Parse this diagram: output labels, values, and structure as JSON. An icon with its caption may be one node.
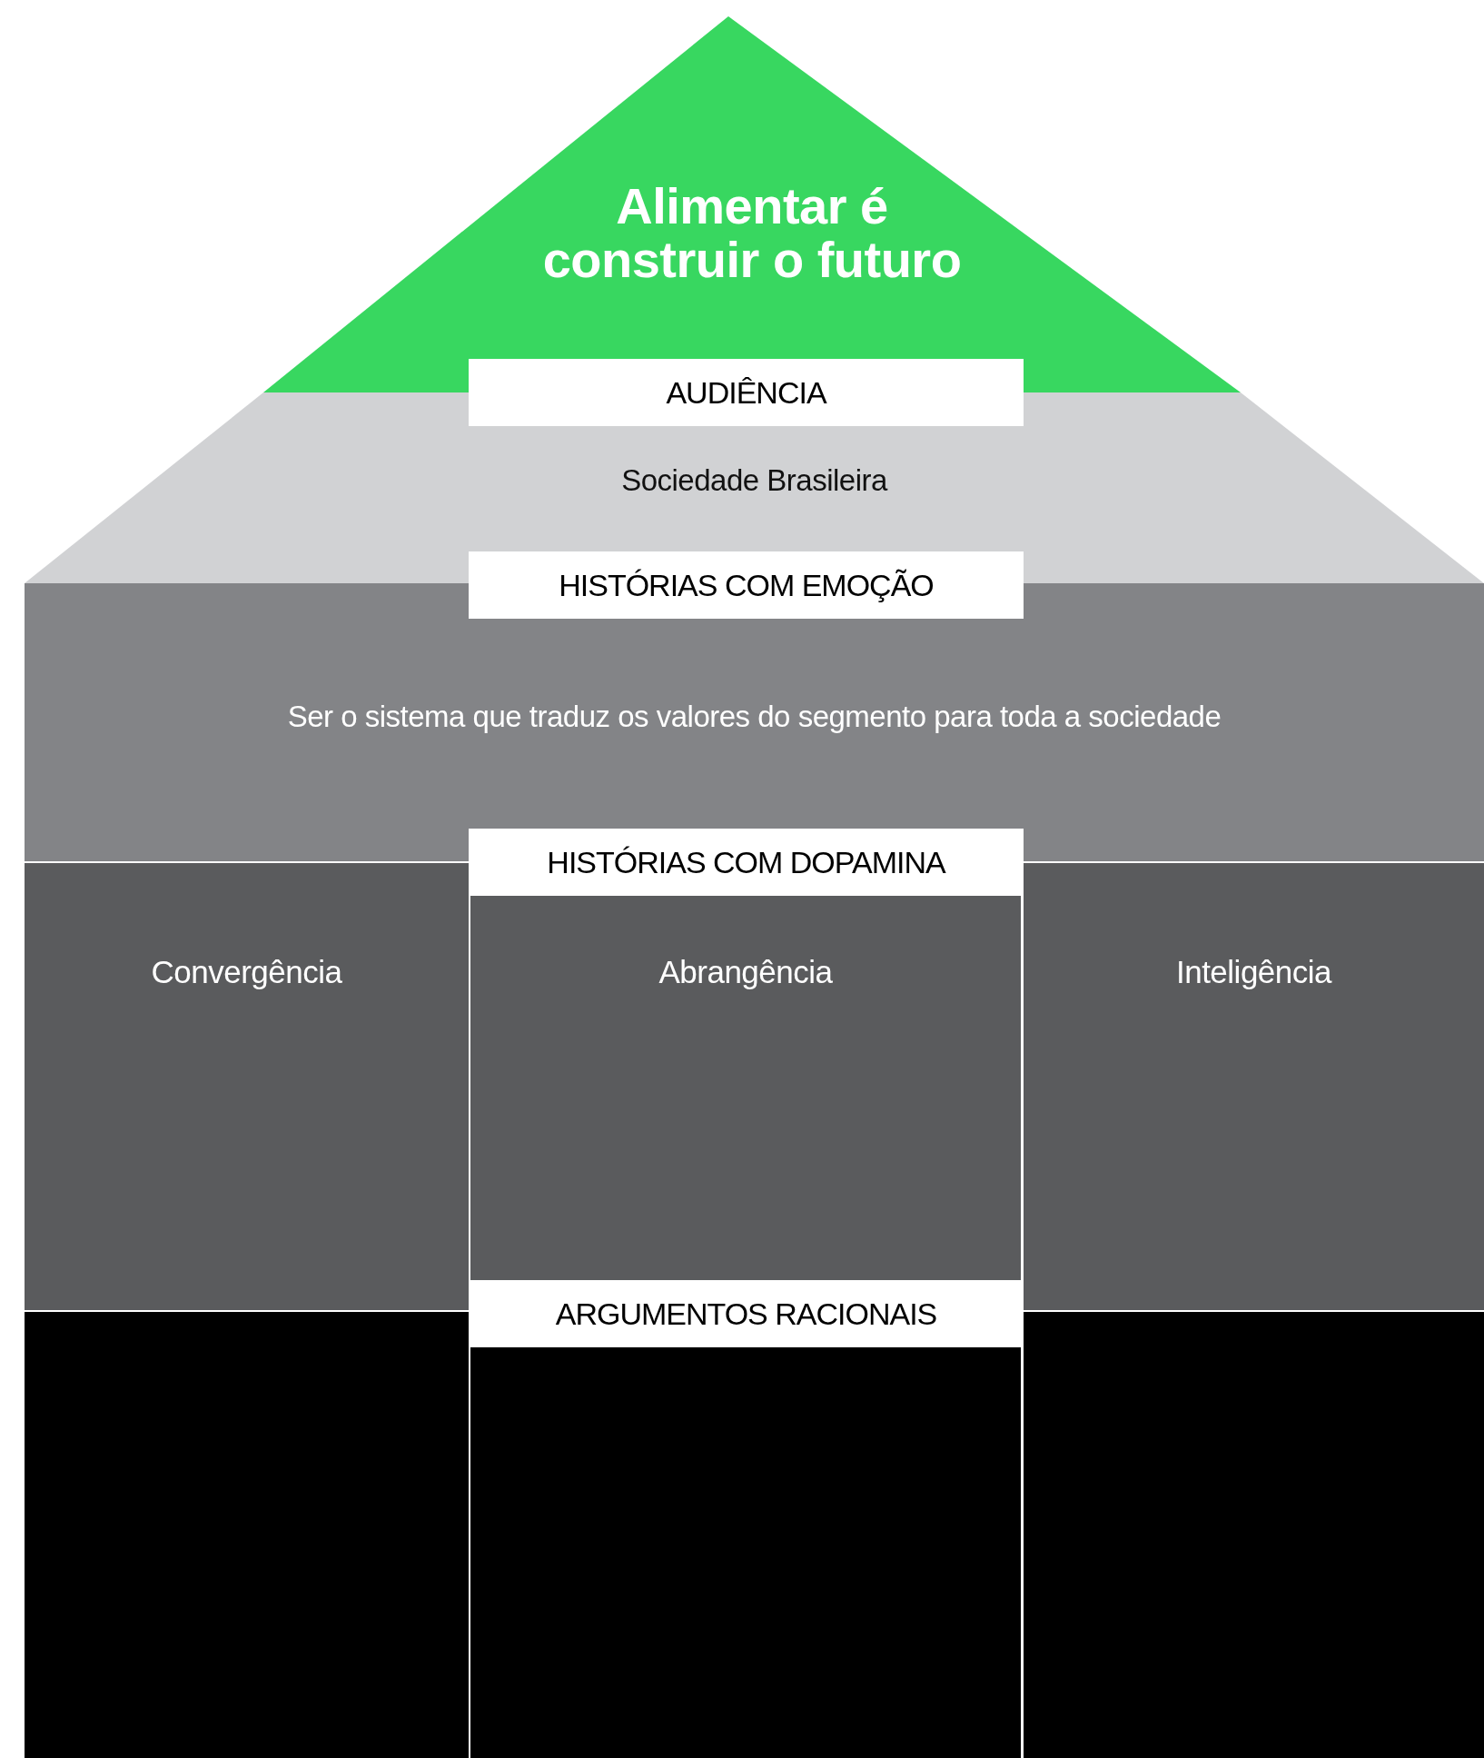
{
  "diagram": {
    "nodes": [
      {
        "text": [
          "Alimentar é construir o futuro"
        ]
      },
      {
        "text": [
          "AUDIÊNCIA"
        ]
      },
      {
        "text": [
          "Sociedade Brasileira"
        ]
      },
      {
        "text": [
          "HISTÓRIAS COM EMOÇÃO"
        ]
      },
      {
        "text": [
          "Ser o sistema que traduz os valores do segmento para toda a sociedade"
        ]
      },
      {
        "text": [
          "HISTÓRIAS COM DOPAMINA"
        ]
      },
      {
        "text": [
          "Convergência"
        ]
      },
      {
        "text": [
          "Abrangência"
        ]
      },
      {
        "text": [
          "Inteligência"
        ]
      },
      {
        "text": [
          "ARGUMENTOS RACIONAIS"
        ]
      },
      {
        "text": [],
        "shape": "box"
      },
      {
        "text": [],
        "shape": "box"
      },
      {
        "text": [],
        "shape": "box"
      }
    ]
  }
}
